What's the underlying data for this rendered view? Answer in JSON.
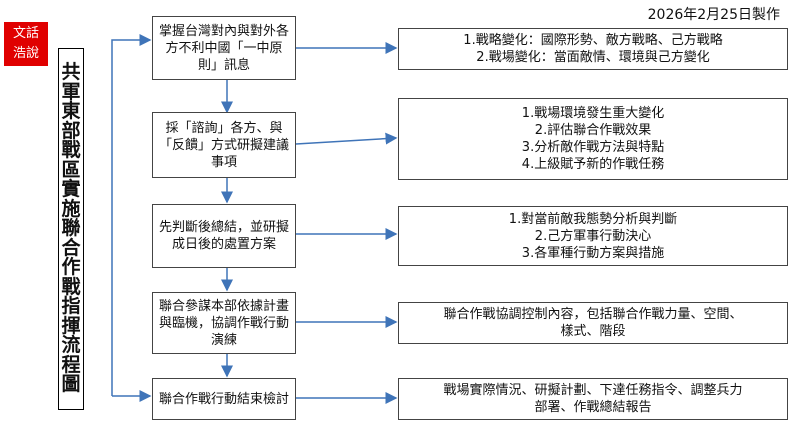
{
  "badge": [
    "文話",
    "浩說"
  ],
  "title": "共軍東部戰區實施聯合作戰指揮流程圖",
  "date": "2026年2月25日製作",
  "steps": [
    {
      "text": "掌握台灣對內與對外各方不利中國「一中原則」訊息",
      "details": [
        "1.戰略變化：國際形勢、敵方戰略、己方戰略",
        "2.戰場變化：當面敵情、環境與己方變化"
      ]
    },
    {
      "text": "採「諮詢」各方、與「反饋」方式研擬建議事項",
      "details": [
        "1.戰場環境發生重大變化",
        "2.評估聯合作戰效果",
        "3.分析敵作戰方法與特點",
        "4.上級賦予新的作戰任務"
      ]
    },
    {
      "text": "先判斷後總結，並研擬成日後的處置方案",
      "details": [
        "1.對當前敵我態勢分析與判斷",
        "2.己方軍事行動決心",
        "3.各軍種行動方案與措施"
      ]
    },
    {
      "text": "聯合參謀本部依據計畫與臨機，協調作戰行動演練",
      "details": [
        "聯合作戰協調控制內容，包括聯合作戰力量、空間、",
        "樣式、階段"
      ]
    },
    {
      "text": "聯合作戰行動結束檢討",
      "details": [
        "戰場實際情況、研擬計劃、下達任務指令、調整兵力",
        "部署、作戰總結報告"
      ]
    }
  ]
}
